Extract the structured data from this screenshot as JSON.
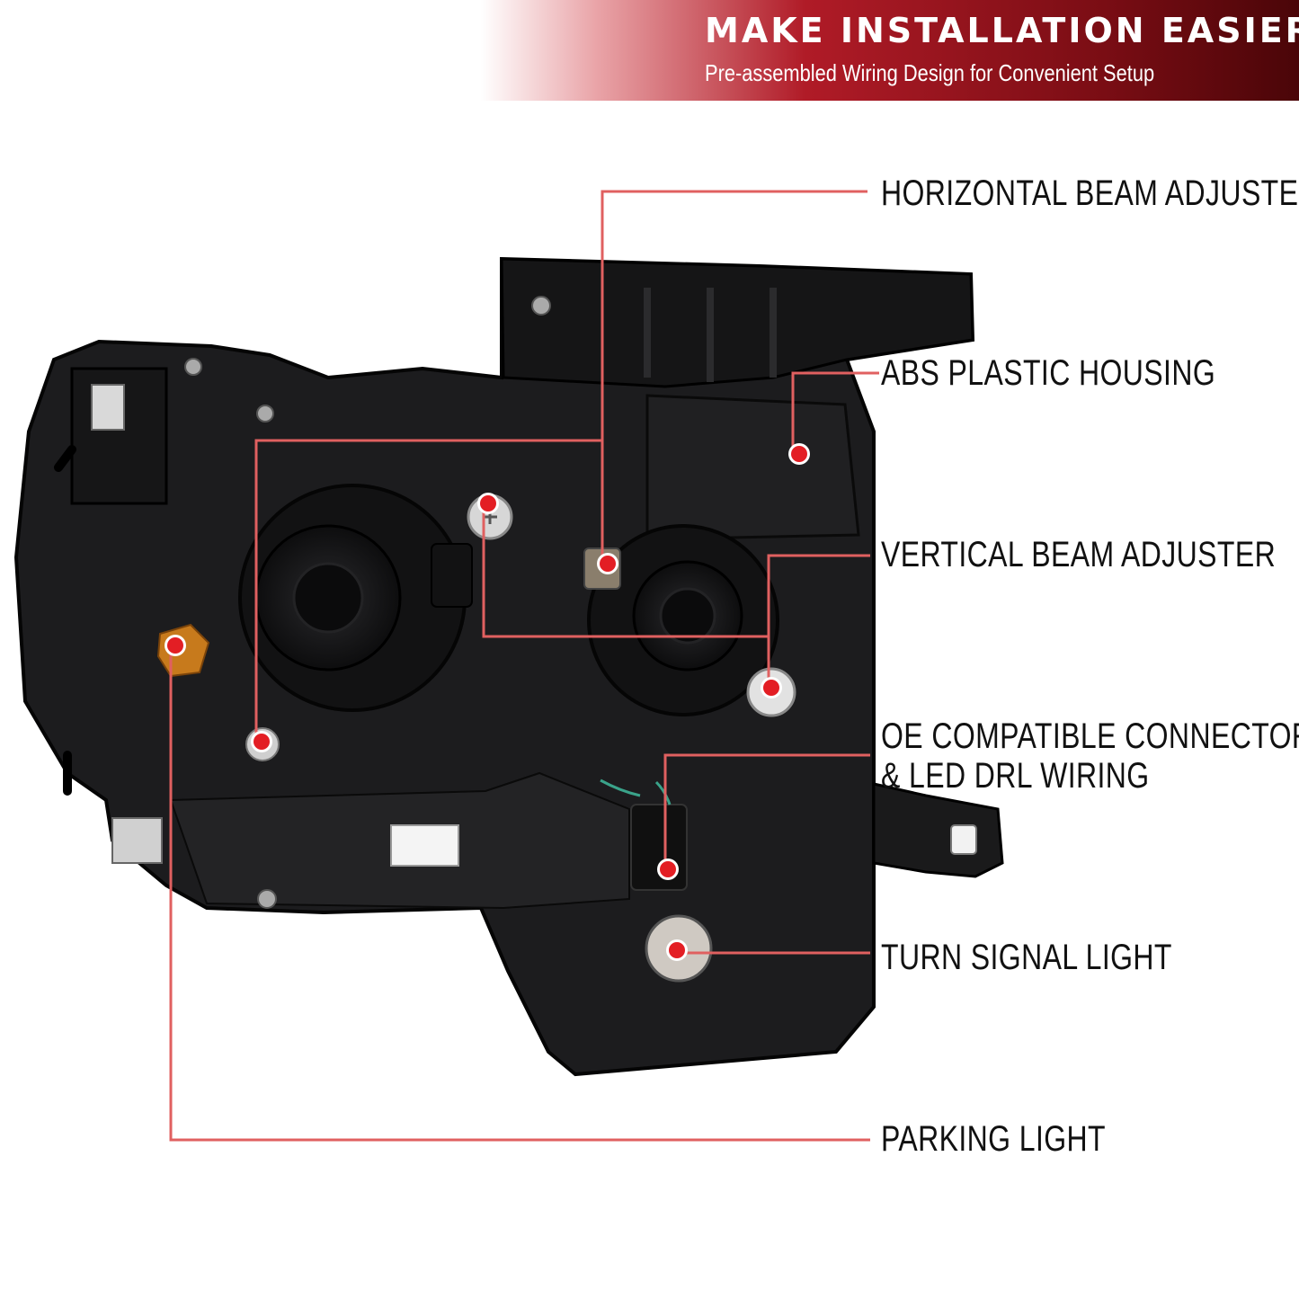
{
  "header": {
    "title": "MAKE INSTALLATION EASIER",
    "subtitle": "Pre-assembled Wiring Design for Convenient Setup"
  },
  "callouts": {
    "horizontal_beam_adjuster": "HORIZONTAL BEAM ADJUSTER",
    "abs_plastic_housing": "ABS PLASTIC HOUSING",
    "vertical_beam_adjuster": "VERTICAL BEAM ADJUSTER",
    "oe_connectors_line1": "OE COMPATIBLE CONNECTORS",
    "oe_connectors_line2": "& LED DRL WIRING",
    "turn_signal_light": "TURN SIGNAL LIGHT",
    "parking_light": "PARKING LIGHT"
  },
  "colors": {
    "accent_red": "#e31e24",
    "leader_line": "#e06060",
    "housing": "#1c1c1e",
    "amber_reflector": "#c77a1c"
  }
}
